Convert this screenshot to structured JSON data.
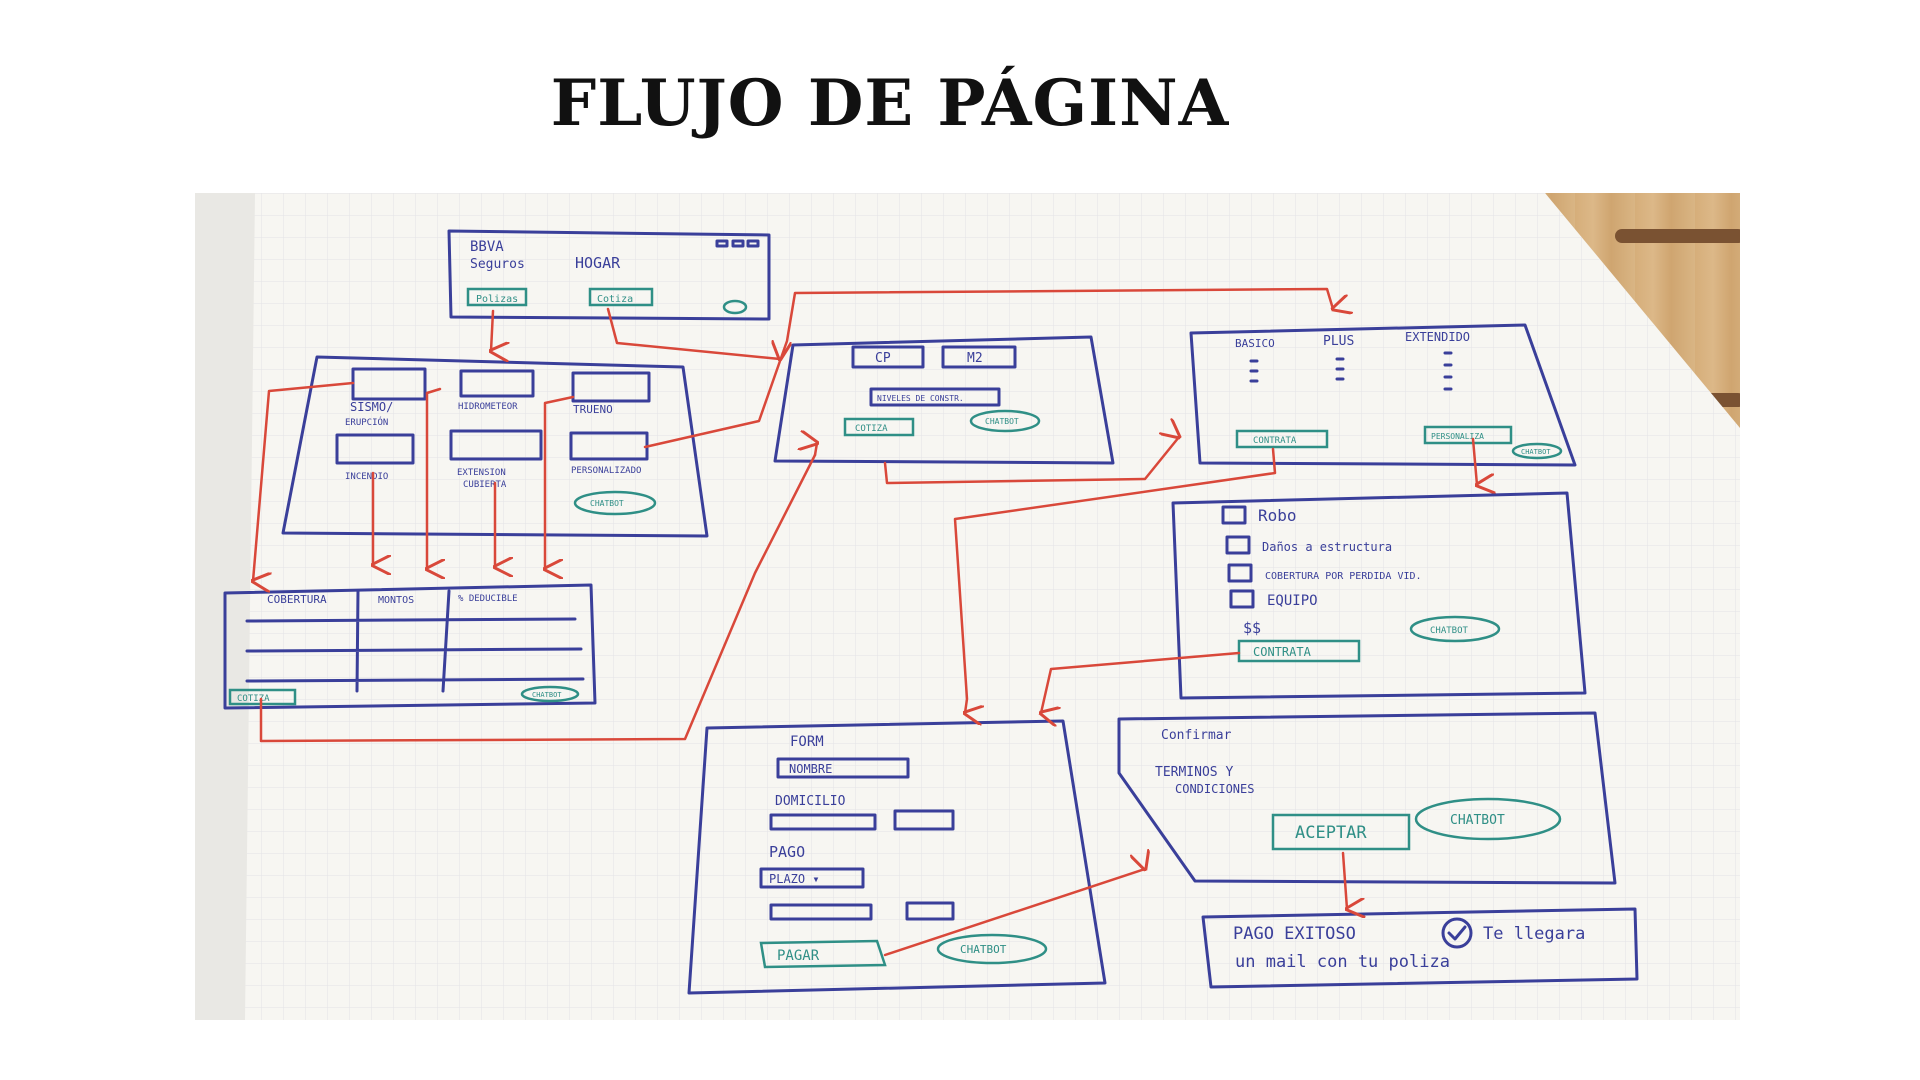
{
  "title": "FLUJO DE PÁGINA",
  "home": {
    "brand": "BBVA",
    "sub1": "Seguros",
    "sub2": "HOGAR",
    "btn_polizas": "Polizas",
    "btn_cotiza": "Cotiza"
  },
  "coverages": {
    "sismo": "SISMO/",
    "erupcion": "ERUPCIÓN",
    "hidro": "HIDROMETEOR",
    "trueno": "TRUENO",
    "incendio": "INCENDIO",
    "extension": "EXTENSION",
    "cubierta": "CUBIERTA",
    "personalizado": "PERSONALIZADO",
    "chatbot": "CHATBOT"
  },
  "table": {
    "col1": "COBERTURA",
    "col2": "MONTOS",
    "col3": "% DEDUCIBLE",
    "btn_cotiza": "COTIZA",
    "chatbot": "CHATBOT"
  },
  "quote": {
    "cp": "CP",
    "m2": "M2",
    "niveles": "NIVELES DE CONSTR.",
    "btn_cotiza": "COTIZA",
    "chatbot": "CHATBOT"
  },
  "plans": {
    "basico": "BASICO",
    "plus": "PLUS",
    "extendido": "EXTENDIDO",
    "btn_contrata": "CONTRATA",
    "btn_personaliza": "PERSONALIZA",
    "chatbot": "CHATBOT"
  },
  "custom": {
    "item1": "Robo",
    "item2": "Daños a estructura",
    "item3": "COBERTURA POR PERDIDA VID.",
    "item4": "EQUIPO",
    "price": "$$",
    "btn_contrata": "CONTRATA",
    "chatbot": "CHATBOT"
  },
  "form": {
    "heading": "FORM",
    "nombre": "NOMBRE",
    "domicilio": "DOMICILIO",
    "pago": "PAGO",
    "plazo": "PLAZO ▾",
    "btn_pagar": "PAGAR",
    "chatbot": "CHATBOT"
  },
  "confirm": {
    "heading": "Confirmar",
    "terms1": "TERMINOS Y",
    "terms2": "CONDICIONES",
    "btn_aceptar": "ACEPTAR",
    "chatbot": "CHATBOT"
  },
  "success": {
    "line1a": "PAGO EXITOSO",
    "line1b": "Te llegara",
    "line2": "un mail con tu poliza"
  },
  "colors": {
    "ink_blue": "#3a3f9a",
    "ink_red": "#d9483a",
    "ink_green": "#2f8f86",
    "paper": "#f7f6f2",
    "wood": "#d9b483"
  }
}
